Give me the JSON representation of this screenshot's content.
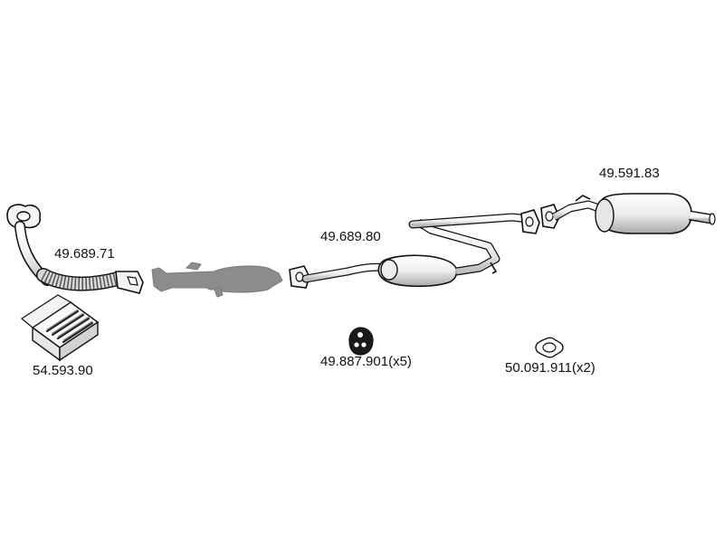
{
  "parts": {
    "front_pipe": {
      "number": "49.689.71"
    },
    "middle_silencer": {
      "number": "49.689.80"
    },
    "rear_silencer": {
      "number": "49.591.83"
    },
    "mounting_kit": {
      "number": "54.593.90"
    },
    "rubber_hanger": {
      "number": "49.887.901(x5)"
    },
    "gasket": {
      "number": "50.091.911(x2)"
    }
  },
  "colors": {
    "line": "#111111",
    "fill_light": "#f2f2f2",
    "fill_shadow": "#c8c8c8",
    "not_included": "#8c8c8c"
  }
}
